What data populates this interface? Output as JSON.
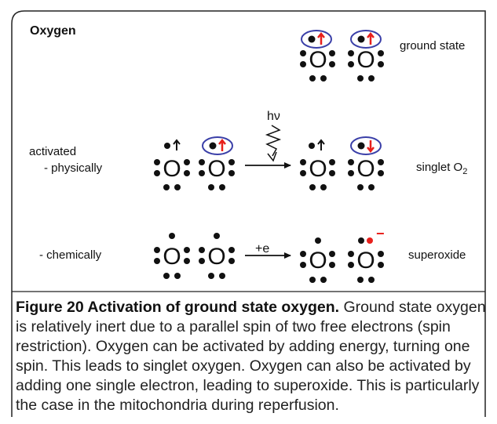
{
  "figure": {
    "heading": "Oxygen",
    "element_symbol": "O",
    "rows": [
      {
        "id": "ground",
        "side_label": "",
        "side_label_2": "",
        "right_label": "ground state",
        "right_sub": ""
      },
      {
        "id": "physical",
        "side_label": "activated",
        "side_label_2": "- physically",
        "right_label": "singlet O",
        "right_sub": "2",
        "arrow_label": "hν"
      },
      {
        "id": "chemical",
        "side_label": "",
        "side_label_2": "- chemically",
        "right_label": "superoxide",
        "right_sub": "",
        "arrow_label": "+e",
        "charge": "−"
      }
    ],
    "colors": {
      "spin_arrow": "#e8201c",
      "highlight_ring": "#3a3fa8",
      "frame": "#222222",
      "text": "#111111"
    }
  },
  "caption": {
    "title": "Figure 20 Activation of ground state oxygen.",
    "body": " Ground state oxygen is relatively inert due to a parallel spin of two free electrons (spin restriction). Oxygen can be activated by adding energy, turning one spin. This leads to singlet oxygen. Oxygen can also be activated by adding one single electron, leading to superoxide. This is particularly the case in the mitochondria during reperfusion."
  }
}
